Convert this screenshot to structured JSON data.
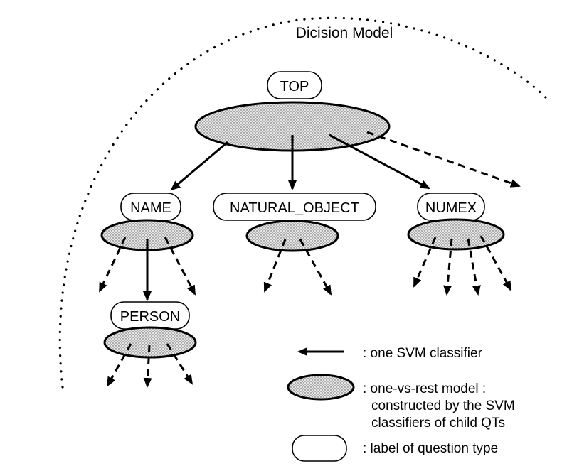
{
  "title": "Dicision Model",
  "nodes": {
    "top": "TOP",
    "name": "NAME",
    "natural_object": "NATURAL_OBJECT",
    "numex": "NUMEX",
    "person": "PERSON"
  },
  "legend": {
    "arrow": ": one SVM classifier",
    "model_line1": ": one-vs-rest model :",
    "model_line2": "constructed by the SVM",
    "model_line3": "classifiers of child QTs",
    "label": ": label of question type"
  }
}
